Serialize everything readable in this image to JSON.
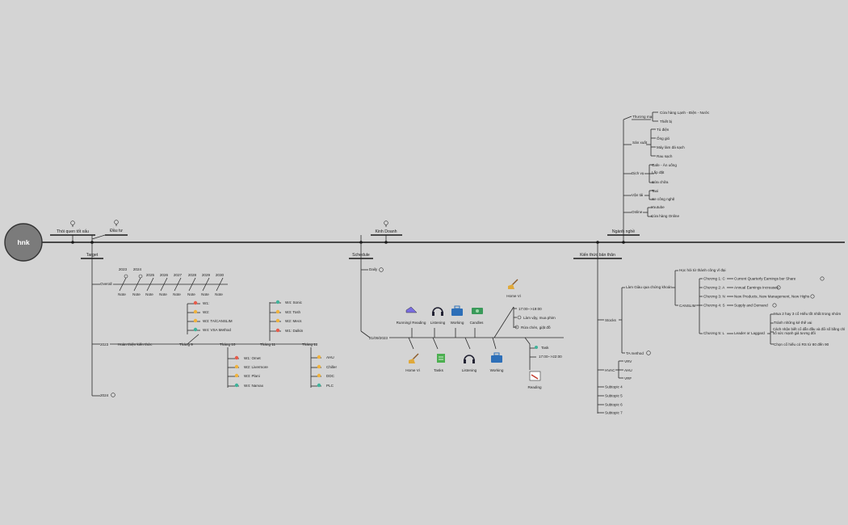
{
  "root": {
    "label": "hnk"
  },
  "top_branches": {
    "habits": "Thói quen tốt xấu",
    "invest": "Đầu tư",
    "business": "Kinh Doanh",
    "industry": "Ngành nghề"
  },
  "bottom_branches": {
    "target": "Target",
    "schedule": "Schedule",
    "knowledge": "Kiến thức bản thân"
  },
  "industry": {
    "commerce": {
      "label": "Thương mại",
      "items": [
        "Cửa hàng Lạnh - Điện - Nước",
        "Thiết bị"
      ]
    },
    "production": {
      "label": "Sản xuất",
      "items": [
        "Tủ điện",
        "Ống gió",
        "Máy làm đá sạch",
        "Rau sạch"
      ]
    },
    "service": {
      "label": "Dịch vụ",
      "items": [
        "Cafe - Ăn uống",
        "Lắp đặt",
        "Sửa chữa"
      ]
    },
    "transport": {
      "label": "Vận tải",
      "items": [
        "Taxi",
        "Xe công nghệ"
      ]
    },
    "online": {
      "label": "Online",
      "items": [
        "Youtube",
        "Cửa hàng Online"
      ]
    }
  },
  "target": {
    "overall": "Overall",
    "years": [
      "2023",
      "2024",
      "2025",
      "2026",
      "2027",
      "2028",
      "2029",
      "2030"
    ],
    "note": "Note",
    "y2023": "2023",
    "y2024": "2024",
    "hoan_thien": "Hoàn thiện kiến thức",
    "months": [
      "Tháng 9",
      "Tháng 10",
      "Tháng 11",
      "Tháng 12"
    ],
    "m9": [
      "W1:",
      "W2:",
      "W3: TA/CANSLIM",
      "W4: VSA Method"
    ],
    "m10": [
      "W1: Omet",
      "W2: Livermore",
      "W3: Plani",
      "W4: Narvax"
    ],
    "m11": [
      "W4: Sonic",
      "W3: Tosh",
      "W2: Mecs",
      "W1: Dalkin"
    ],
    "m12": [
      "AHU",
      "Chiller",
      "DDC",
      "PLC"
    ]
  },
  "schedule": {
    "daily": "Daily",
    "date": "21/09/2023",
    "top_labels": [
      "Running/ Reading",
      "Listening",
      "Working",
      "Candles"
    ],
    "bottom_labels": [
      "Home Vi",
      "Tasks",
      "Listening",
      "Working"
    ],
    "home_vi": "Home Vi",
    "home_items": [
      "17:00-->19:00",
      "Làm vậy, mua phim",
      "Rửa chén, giặt đồ"
    ],
    "task": "Task",
    "task_time": "17:00-->22:00",
    "reading": "Reading"
  },
  "knowledge": {
    "stocks_intro": "Làm Giàu qua chứng khoán",
    "stocks": "Stocks",
    "hoc_hoi": "Học hỏi từ thành công vĩ đại",
    "canslim": "CANSLIM",
    "chapters": [
      {
        "label": "Chương 1: C",
        "detail": "Current Quarterly Earnings ber Share"
      },
      {
        "label": "Chương 2: A",
        "detail": "Annual Earnings Increases"
      },
      {
        "label": "Chương 3: N",
        "detail": "New Products, New Management, New Highs"
      },
      {
        "label": "Chương 4: S",
        "detail": "Supply and Demand"
      }
    ],
    "chapter5": "Chương 5: L",
    "leader": "Leader or Laggard",
    "leader_items": [
      "Mua 2 hay 3 cổ Hiếu tốt nhất trong nhóm",
      "Tránh những kẻ thế vai",
      "Cách nhận biết cổ dẫn đầu và đổi số bằng chỉ số sức mạnh giá tương đối",
      "Chọn cổ hiếu có RS từ 80 đến 90"
    ],
    "ta": "TA method",
    "hvac": "HVAC",
    "hvac_items": [
      "VRV",
      "AHU",
      "VRF"
    ],
    "subtopics": [
      "Subtopic 4",
      "Subtopic 5",
      "Subtopic 6",
      "Subtopic 7"
    ]
  }
}
